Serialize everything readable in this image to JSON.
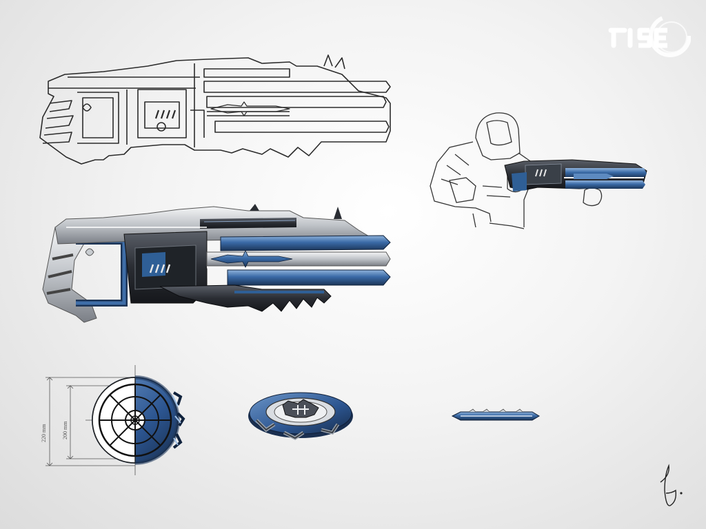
{
  "logo": {
    "text": "rise"
  },
  "dimensions": {
    "outer": "220 mm",
    "inner": "200 mm"
  },
  "colors": {
    "accent": "#2f5f96",
    "metal": "#c8ccd0",
    "dark": "#2a2d33",
    "ink": "#2b2b2b"
  }
}
